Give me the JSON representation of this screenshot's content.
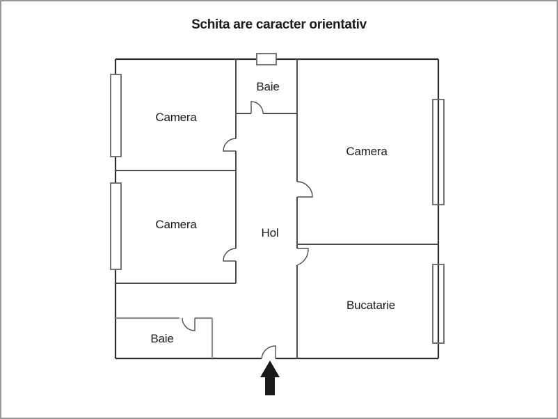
{
  "page": {
    "title": "Schita are caracter orientativ"
  },
  "rooms": [
    {
      "name": "camera-top-left",
      "label": "Camera"
    },
    {
      "name": "baie-top",
      "label": "Baie"
    },
    {
      "name": "camera-right",
      "label": "Camera"
    },
    {
      "name": "camera-middle-left",
      "label": "Camera"
    },
    {
      "name": "hol",
      "label": "Hol"
    },
    {
      "name": "bucatarie",
      "label": "Bucatarie"
    },
    {
      "name": "baie-bottom",
      "label": "Baie"
    }
  ],
  "entrance": {
    "icon": "entrance-arrow-up-icon"
  },
  "colors": {
    "background": "#ffffff",
    "page_border": "#969696",
    "outer_wall": "#2b2b2b",
    "inner_wall": "#4d4d4d",
    "light_wall": "#8c8c8c",
    "window_stroke": "#666666",
    "arrow": "#1a1a1a",
    "text": "#1a1a1a"
  }
}
